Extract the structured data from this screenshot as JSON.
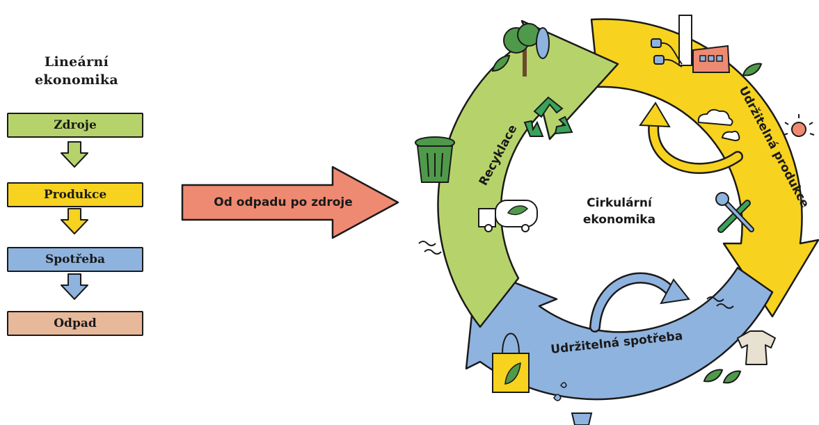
{
  "linear": {
    "title_line1": "Lineární",
    "title_line2": "ekonomika",
    "stages": [
      {
        "label": "Zdroje",
        "color": "#b6d36b"
      },
      {
        "label": "Produkce",
        "color": "#f7d21e"
      },
      {
        "label": "Spotřeba",
        "color": "#8fb3df"
      },
      {
        "label": "Odpad",
        "color": "#e8b89a"
      }
    ]
  },
  "transition_arrow": {
    "label": "Od odpadu po zdroje",
    "color": "#ef8a72"
  },
  "circular": {
    "center_line1": "Cirkulární",
    "center_line2": "ekonomika",
    "segments": {
      "recycling": {
        "label": "Recyklace",
        "color": "#b6d36b"
      },
      "production": {
        "label": "Udržitelná produkce",
        "color": "#f7d21e"
      },
      "consumption": {
        "label": "Udržitelná spotřeba",
        "color": "#8fb3df"
      }
    }
  },
  "icons": [
    "tree-icon",
    "leaf-icon",
    "recycle-icon",
    "trash-bin-icon",
    "truck-icon",
    "factory-icon",
    "plug-icon",
    "cloud-icon",
    "sun-icon",
    "tools-icon",
    "shopping-bag-icon",
    "tshirt-icon",
    "water-glass-icon",
    "water-wave-icon"
  ]
}
